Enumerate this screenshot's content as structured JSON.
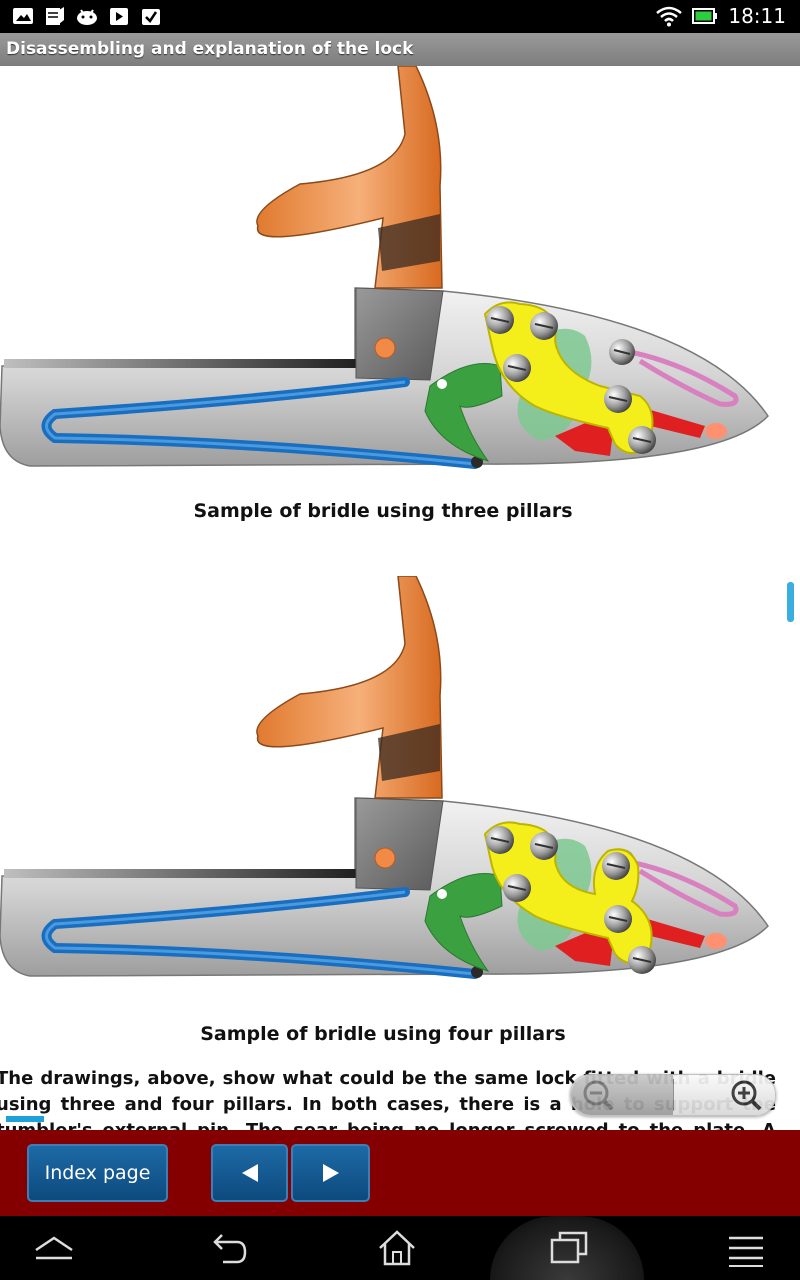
{
  "status_bar": {
    "time": "18:11",
    "left_icons": [
      "image-icon",
      "notes-icon",
      "android-icon",
      "play-store-icon",
      "checklist-icon"
    ],
    "right_icons": [
      "wifi-icon",
      "battery-icon"
    ]
  },
  "title_bar": {
    "title": "Disassembling and explanation of the lock"
  },
  "figures": [
    {
      "caption": "Sample of bridle using three pillars",
      "pillars": 3
    },
    {
      "caption": "Sample of bridle using four pillars",
      "pillars": 4
    }
  ],
  "body_text": "The drawings, above, show what could be the same lock fitted with a bridle using three and four pillars. In both cases, there is a hole to support the tumbler's external pin. The sear being no longer screwed to the plate. A sear carrying an",
  "zoom_controls": {
    "zoom_out_icon": "zoom-out-icon",
    "zoom_in_icon": "zoom-in-icon"
  },
  "footer": {
    "index_label": "Index page",
    "prev_icon": "triangle-left-icon",
    "next_icon": "triangle-right-icon",
    "background_color": "#840000"
  },
  "nav_bar": {
    "icons": [
      "hide-bar-icon",
      "back-icon",
      "home-icon",
      "recent-apps-icon",
      "menu-icon"
    ]
  }
}
